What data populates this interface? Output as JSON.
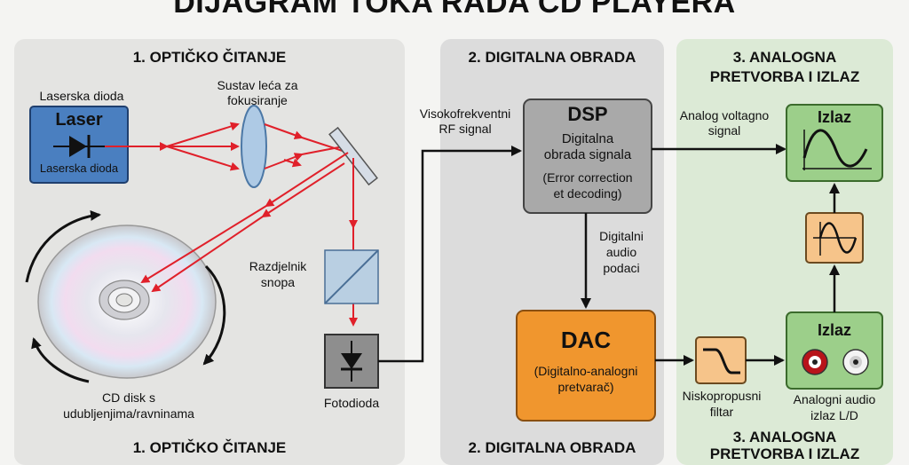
{
  "title": "DIJAGRAM TOKA RADA CD PLAYERA",
  "sections": {
    "optical": "1. OPTIČKO ČITANJE",
    "digital": "2. DIGITALNA OBRADA",
    "analog_line1": "3. ANALOGNA",
    "analog_line2": "PRETVORBA I IZLAZ"
  },
  "optical": {
    "laser_diode_label": "Laserska dioda",
    "laser_title": "Laser",
    "laser_sub": "Laserska dioda",
    "lens_label_1": "Sustav leća za",
    "lens_label_2": "fokusiranje",
    "splitter_label_1": "Razdjelnik",
    "splitter_label_2": "snopa",
    "photodiode_label": "Fotodioda",
    "disc_label_1": "CD disk s",
    "disc_label_2": "udubljenjima/ravninama"
  },
  "digital": {
    "rf_label_1": "Visokofrekventni",
    "rf_label_2": "RF signal",
    "dsp_title": "DSP",
    "dsp_line1": "Digitalna",
    "dsp_line2": "obrada signala",
    "dsp_line3": "(Error correction",
    "dsp_line4": "et decoding)",
    "audio_label_1": "Digitalni",
    "audio_label_2": "audio",
    "audio_label_3": "podaci",
    "dac_title": "DAC",
    "dac_line1": "(Digitalno-analogni",
    "dac_line2": "pretvarač)"
  },
  "analog": {
    "voltage_label_1": "Analog voltagno",
    "voltage_label_2": "signal",
    "out_top_title": "Izlaz",
    "out_bottom_title": "Izlaz",
    "filter_label_1": "Niskopropusni",
    "filter_label_2": "filtar",
    "jack_label_1": "Analogni audio",
    "jack_label_2": "izlaz L/D"
  },
  "colors": {
    "laser_beam": "#e0202a",
    "laser_box": "#4a7fc0",
    "dsp_box": "#a9a9a9",
    "dac_box": "#f0962e",
    "filter_box": "#f6c48a",
    "output_box": "#9ccf8a"
  }
}
